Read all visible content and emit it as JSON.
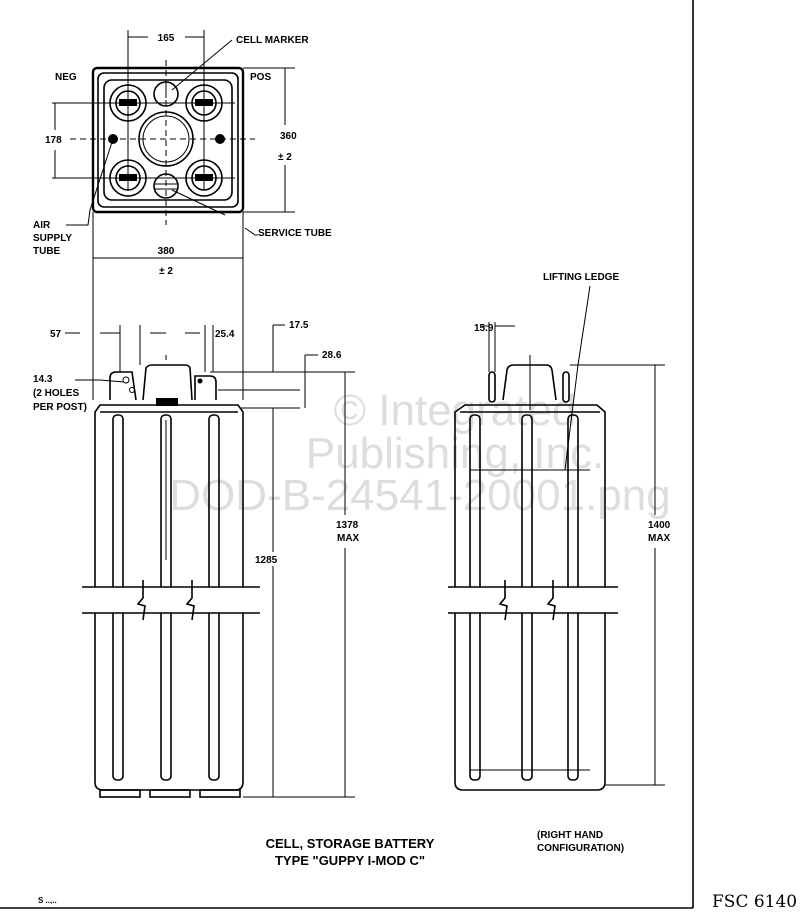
{
  "drawing": {
    "top_view": {
      "dim_post_spacing_h": "165",
      "cell_marker": "CELL MARKER",
      "neg": "NEG",
      "pos": "POS",
      "dim_post_spacing_v": "178",
      "dim_depth": "360",
      "dim_depth_tol": "± 2",
      "air_supply_tube": [
        "AIR",
        "SUPPLY",
        "TUBE"
      ],
      "service_tube": "SERVICE TUBE",
      "dim_width": "380",
      "dim_width_tol": "± 2"
    },
    "left_view": {
      "dim_57": "57",
      "dim_25_4": "25.4",
      "dim_17_5": "17.5",
      "dim_28_6": "28.6",
      "holes_note": [
        "14.3",
        "(2 HOLES",
        "PER POST)"
      ],
      "dim_overall": [
        "1378",
        "MAX"
      ],
      "dim_body": "1285"
    },
    "right_view": {
      "lifting_ledge": "LIFTING LEDGE",
      "dim_15_9": "15.9",
      "dim_overall": [
        "1400",
        "MAX"
      ]
    },
    "caption": {
      "title_line1": "CELL, STORAGE BATTERY",
      "title_line2": "TYPE \"GUPPY I-MOD C\"",
      "note_line1": "(RIGHT HAND",
      "note_line2": "CONFIGURATION)"
    },
    "footer": {
      "sheet_mark": "S  ..,..",
      "fsc": "FSC 6140"
    },
    "watermark": [
      "© Integrated",
      "Publishing, Inc.",
      "DOD-B-24541-20001.png"
    ]
  }
}
